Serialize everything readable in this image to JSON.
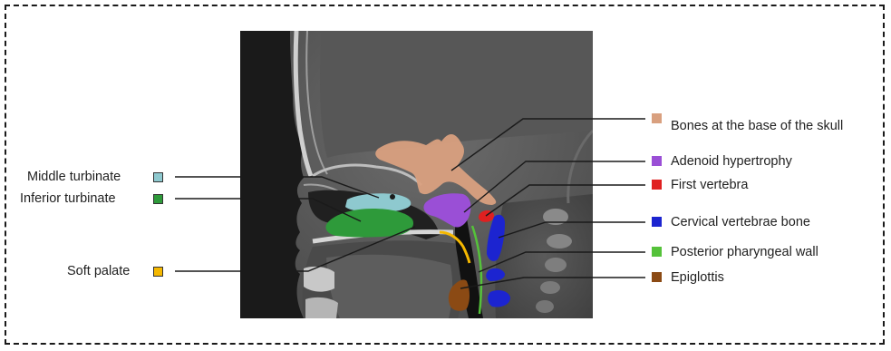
{
  "labels": {
    "middle_turbinate": "Middle turbinate",
    "inferior_turbinate": "Inferior turbinate",
    "soft_palate": "Soft palate",
    "bones_base_skull": "Bones at the base of the skull",
    "adenoid": "Adenoid hypertrophy",
    "first_vertebra": "First vertebra",
    "cervical_vertebrae": "Cervical vertebrae bone",
    "posterior_wall": "Posterior pharyngeal wall",
    "epiglottis": "Epiglottis"
  },
  "colors": {
    "middle_turbinate": "#8ec9cf",
    "inferior_turbinate": "#2e9a3a",
    "soft_palate": "#f5b800",
    "bones_base_skull": "#d9a07f",
    "adenoid": "#9a4fd6",
    "first_vertebra": "#e02020",
    "cervical_vertebrae": "#1c24d0",
    "posterior_wall": "#55c23a",
    "epiglottis": "#8b4a14"
  }
}
